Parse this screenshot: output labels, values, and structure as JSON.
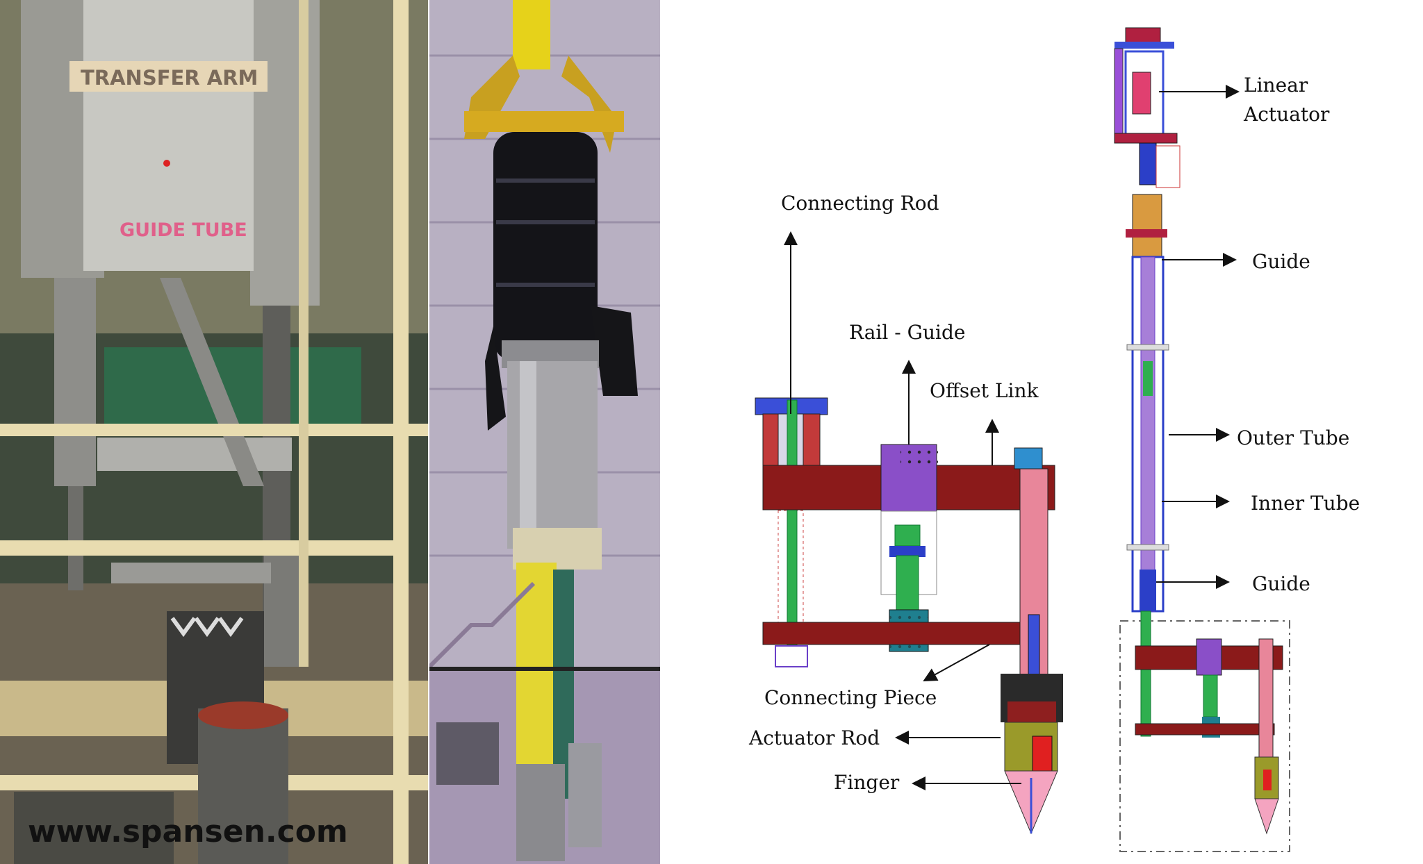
{
  "photos": {
    "left": {
      "sign_top": "TRANSFER ARM",
      "sign_bottom": "GUIDE TUBE"
    },
    "watermark": "www.spansen.com"
  },
  "diagram_left": {
    "labels": {
      "connecting_rod": "Connecting Rod",
      "rail_guide": "Rail - Guide",
      "offset_link": "Offset Link",
      "connecting_piece": "Connecting Piece",
      "actuator_rod": "Actuator Rod",
      "finger": "Finger"
    }
  },
  "diagram_right": {
    "labels": {
      "linear": "Linear",
      "actuator": "Actuator",
      "guide_top": "Guide",
      "outer_tube": "Outer Tube",
      "inner_tube": "Inner Tube",
      "guide_bottom": "Guide"
    }
  },
  "colors": {
    "dark_red": "#8b1a1a",
    "purple": "#8a4fc8",
    "pink": "#e8869a",
    "green": "#2fae4f",
    "blue": "#2b3fc8",
    "teal": "#1f7f8f",
    "olive": "#9a9a2a",
    "red": "#e02020",
    "tan": "#d99a40"
  }
}
